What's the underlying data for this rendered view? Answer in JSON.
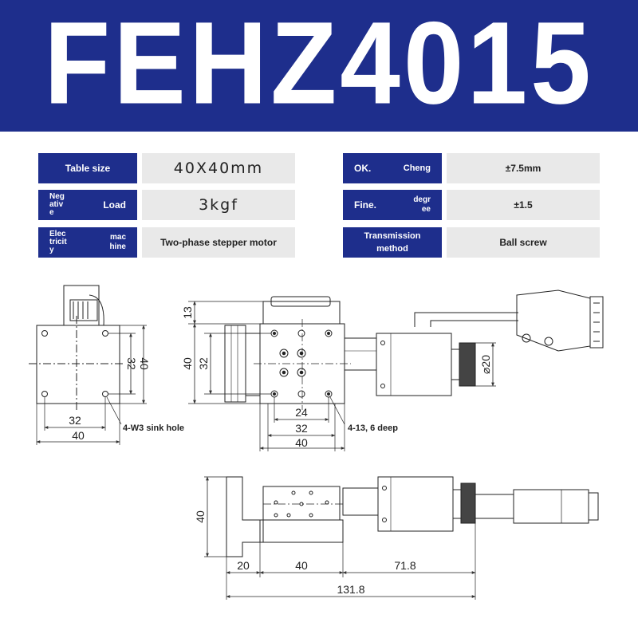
{
  "header": {
    "title": "FEHZ4015"
  },
  "specs": {
    "table_size": {
      "label": "Table size",
      "value": "40X40mm"
    },
    "negative_load": {
      "label_a": "Negative",
      "label_b": "Load",
      "value": "3kgf"
    },
    "electricity_machine": {
      "label_a": "Electricity",
      "label_b": "machine",
      "value": "Two-phase stepper motor"
    },
    "ok_cheng": {
      "label_a": "OK.",
      "label_b": "Cheng",
      "value": "±7.5mm"
    },
    "fine_degree": {
      "label_a": "Fine.",
      "label_b": "degree",
      "value": "±1.5"
    },
    "transmission": {
      "label": "Transmission method",
      "value": "Ball screw"
    }
  },
  "drawing": {
    "left_view": {
      "dim_32_h": "32",
      "dim_40_h": "40",
      "dim_32_v": "32",
      "dim_40_v": "40",
      "note": "4-W3 sink hole"
    },
    "top_view": {
      "dim_13": "13",
      "dim_40_v": "40",
      "dim_32_v": "32",
      "dim_24": "24",
      "dim_32_h": "32",
      "dim_40_h": "40",
      "dim_phi20": "⌀20",
      "note": "4-13, 6 deep"
    },
    "side_view": {
      "dim_40_v": "40",
      "dim_20": "20",
      "dim_40_h": "40",
      "dim_71_8": "71.8",
      "dim_131_8": "131.8"
    }
  },
  "colors": {
    "brand_blue": "#1e2e8c",
    "value_gray": "#e9e9e9"
  }
}
